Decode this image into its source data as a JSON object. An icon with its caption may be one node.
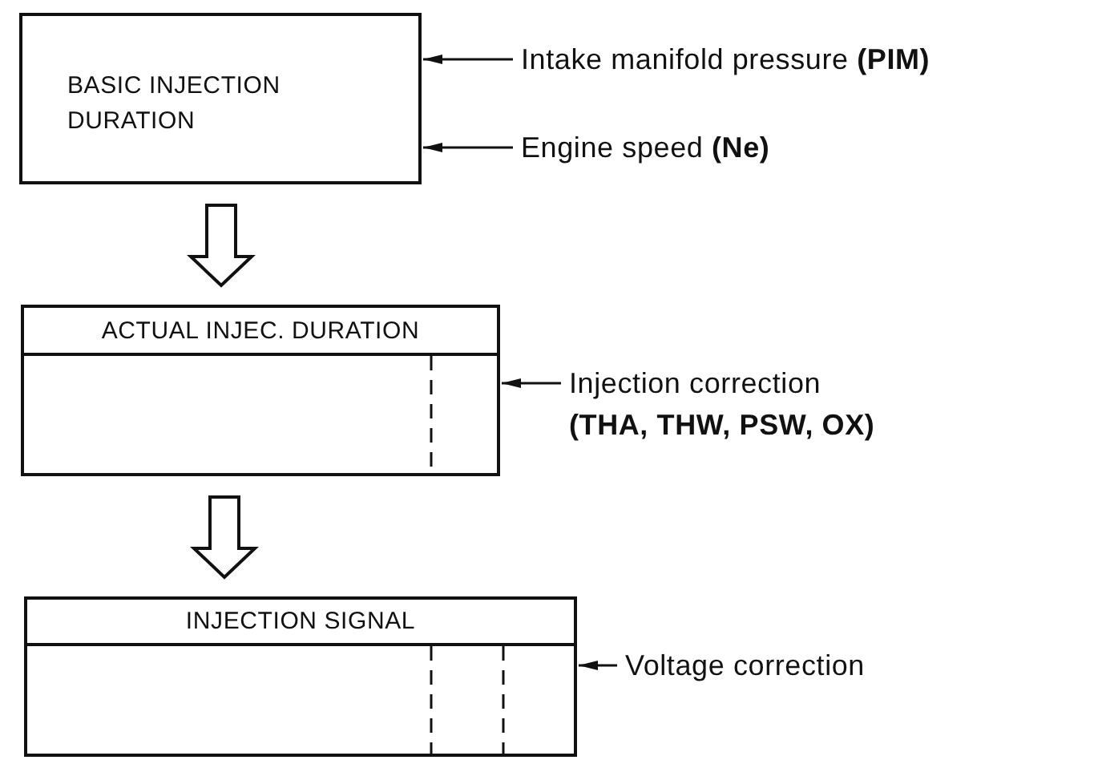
{
  "diagram": {
    "nodes": [
      {
        "text": [
          "BASIC INJECTION DURATION"
        ]
      },
      {
        "text": [
          "Intake manifold pressure **(PIM)**"
        ]
      },
      {
        "text": [
          "Engine speed **(Ne)**"
        ]
      },
      {
        "text": [
          "ACTUAL INJEC. DURATION"
        ]
      },
      {
        "text": [
          "Injection correction",
          "(THA, THW, PSW, OX)"
        ]
      },
      {
        "text": [
          "INJECTION SIGNAL"
        ]
      },
      {
        "text": [
          "Voltage correction"
        ]
      }
    ],
    "edges": [
      {
        "from": 1,
        "to": 0,
        "arrow": "to"
      },
      {
        "from": 2,
        "to": 0,
        "arrow": "to"
      },
      {
        "from": 0,
        "to": 3,
        "arrow": "to",
        "style": "thick"
      },
      {
        "from": 4,
        "to": 3,
        "arrow": "to"
      },
      {
        "from": 3,
        "to": 5,
        "arrow": "to",
        "style": "thick"
      },
      {
        "from": 6,
        "to": 5,
        "arrow": "to"
      }
    ]
  }
}
